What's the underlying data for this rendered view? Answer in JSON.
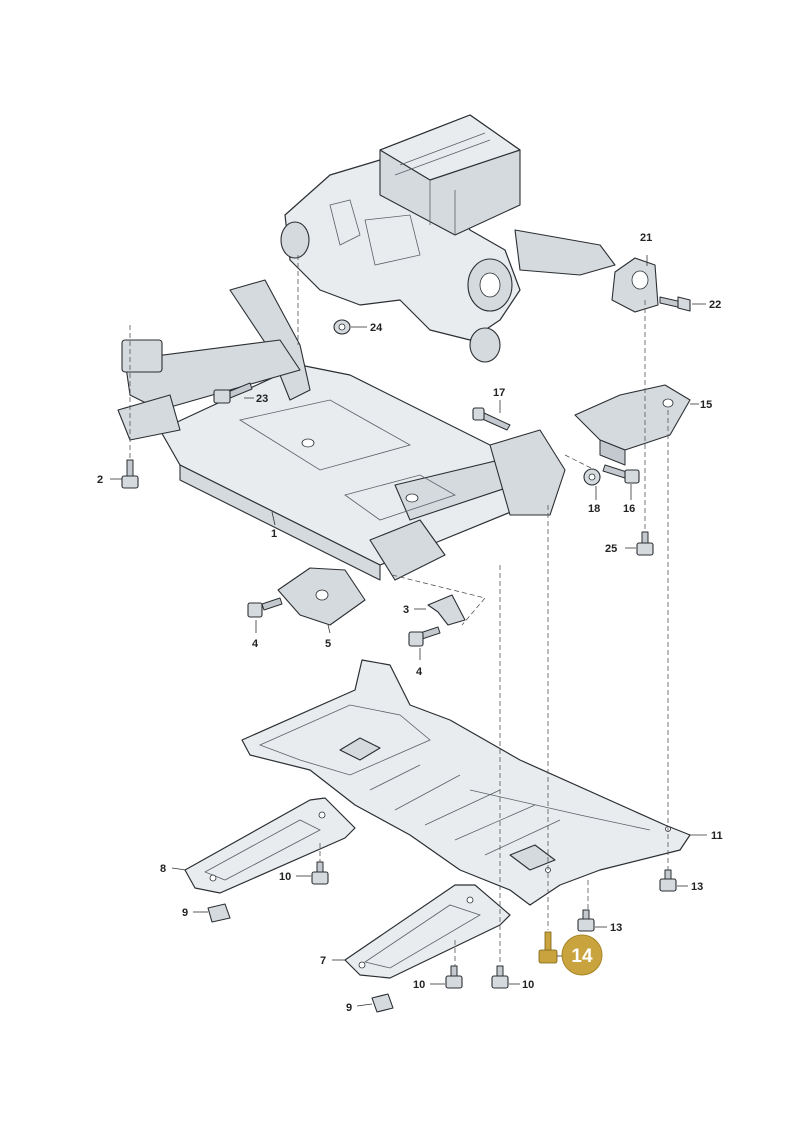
{
  "diagram": {
    "highlight_color": "#c9a43e",
    "line_color": "#2b2f33",
    "part_color": "#e9ecef",
    "highlighted_part": "14",
    "labels": {
      "l1": "1",
      "l2": "2",
      "l3": "3",
      "l4a": "4",
      "l4b": "4",
      "l5": "5",
      "l7": "7",
      "l8": "8",
      "l9a": "9",
      "l9b": "9",
      "l10a": "10",
      "l10b": "10",
      "l10c": "10",
      "l11": "11",
      "l13a": "13",
      "l13b": "13",
      "l14": "14",
      "l15": "15",
      "l16": "16",
      "l17": "17",
      "l18": "18",
      "l21": "21",
      "l22": "22",
      "l23": "23",
      "l24": "24",
      "l25": "25"
    }
  }
}
